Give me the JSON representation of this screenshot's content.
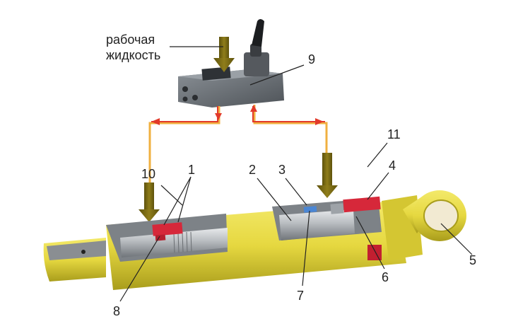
{
  "caption": {
    "line1": "рабочая",
    "line2": "жидкость"
  },
  "callouts": {
    "c1": "1",
    "c2": "2",
    "c3": "3",
    "c4": "4",
    "c5": "5",
    "c6": "6",
    "c7": "7",
    "c8": "8",
    "c9": "9",
    "c10": "10",
    "c11": "11"
  },
  "colors": {
    "cylinder_body": "#e6d840",
    "cylinder_shadow": "#b9ad22",
    "seal_red": "#d6283a",
    "flow_arrow": "#7a6a12",
    "line_orange": "#f0b040",
    "line_red": "#e23a2a",
    "valve_body": "#6e7378",
    "rod_steel": "#b8bcc0"
  },
  "icons": {
    "valve": "hydraulic-valve-icon",
    "arrow": "down-arrow-icon"
  }
}
